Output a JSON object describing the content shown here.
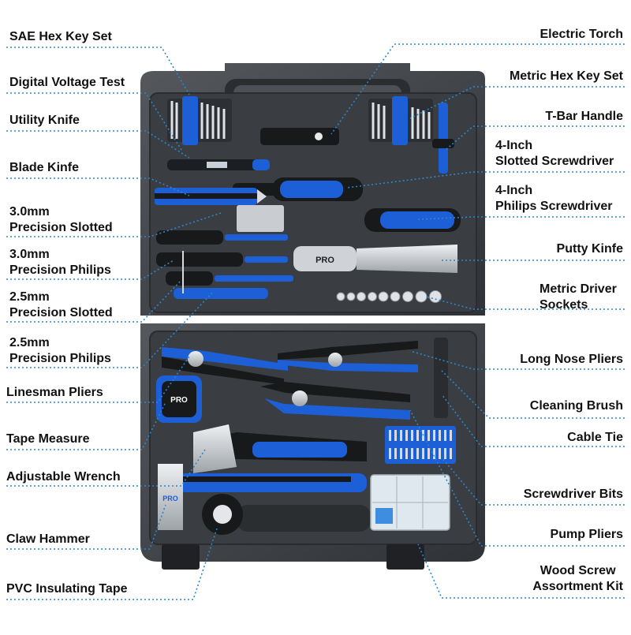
{
  "labels_left": [
    "SAE Hex Key Set",
    "Digital Voltage Test",
    "Utility Knife",
    "Blade Kinfe",
    "3.0mm\nPrecision Slotted",
    "3.0mm\nPrecision Philips",
    "2.5mm\nPrecision Slotted",
    "2.5mm\nPrecision Philips",
    "Linesman Pliers",
    "Tape Measure",
    "Adjustable Wrench",
    "Claw Hammer",
    "PVC Insulating Tape"
  ],
  "labels_right": [
    "Electric Torch",
    "Metric Hex Key Set",
    "T-Bar Handle",
    "4-Inch\nSlotted Screwdriver",
    "4-Inch\nPhilips Screwdriver",
    "Putty Kinfe",
    "Metric Driver\nSockets",
    "Long Nose Pliers",
    "Cleaning Brush",
    "Cable Tie",
    "Screwdriver Bits",
    "Pump Pliers",
    "Wood Screw\nAssortment Kit"
  ],
  "brand_text": "PRO",
  "colors": {
    "case": "#3f4246",
    "case_light": "#5a5d62",
    "accent_blue": "#1d5fd6",
    "leader": "#2d86c9",
    "metal": "#c9ccd1"
  }
}
